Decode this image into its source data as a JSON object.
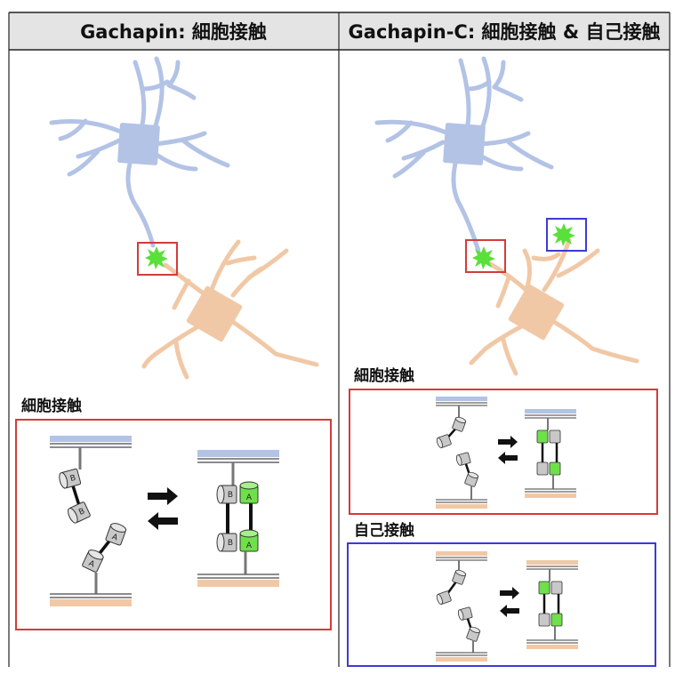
{
  "panels": {
    "left": {
      "title": "Gachapin: 細胞接触"
    },
    "right": {
      "title": "Gachapin-C: 細胞接触 & 自己接触"
    }
  },
  "sections": {
    "left_cell_contact": {
      "label": "細胞接触"
    },
    "right_cell_contact": {
      "label": "細胞接触"
    },
    "right_self_contact": {
      "label": "自己接触"
    }
  },
  "cylinder_letters": {
    "a": "A",
    "b": "B"
  },
  "colors": {
    "neuron_blue": "#b3c3e6",
    "neuron_peach": "#f1c8a6",
    "contact_green": "#5ae03a",
    "cell_contact_box": "#d43b3b",
    "self_contact_box": "#3b3bd4",
    "header_bg": "#e4e4e4",
    "cylinder_gray": "#c8c8c8",
    "cylinder_green": "#6fe04a"
  },
  "icons": {
    "contact": "burst-icon",
    "equilibrium": "double-arrow-icon"
  }
}
